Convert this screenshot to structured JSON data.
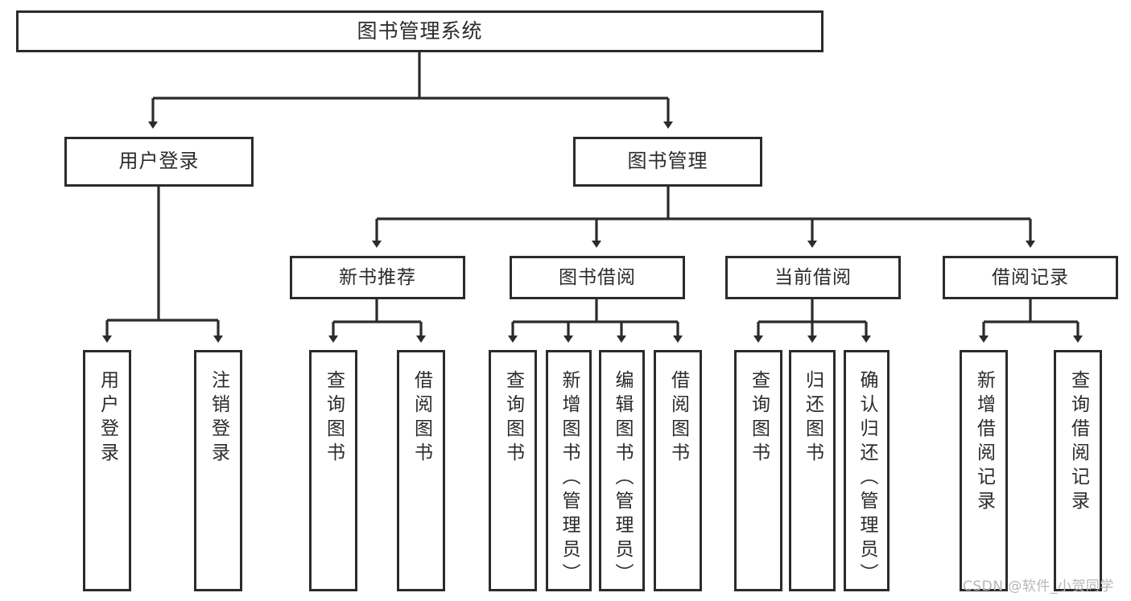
{
  "diagram": {
    "title": "图书管理系统",
    "type": "tree-hierarchy-chart",
    "colors": {
      "stroke": "#2b2b2b",
      "fill": "#ffffff",
      "text": "#2b2b2b",
      "watermark": "#b6b6b6"
    },
    "root": {
      "label": "图书管理系统"
    },
    "level2": [
      {
        "label": "用户登录"
      },
      {
        "label": "图书管理"
      }
    ],
    "level3": [
      {
        "label": "新书推荐"
      },
      {
        "label": "图书借阅"
      },
      {
        "label": "当前借阅"
      },
      {
        "label": "借阅记录"
      }
    ],
    "leaves": [
      {
        "label": "用户登录"
      },
      {
        "label": "注销登录"
      },
      {
        "label": "查询图书"
      },
      {
        "label": "借阅图书"
      },
      {
        "label": "查询图书"
      },
      {
        "label": "新增图书（管理员）"
      },
      {
        "label": "编辑图书（管理员）"
      },
      {
        "label": "借阅图书"
      },
      {
        "label": "查询图书"
      },
      {
        "label": "归还图书"
      },
      {
        "label": "确认归还（管理员）"
      },
      {
        "label": "新增借阅记录"
      },
      {
        "label": "查询借阅记录"
      }
    ]
  },
  "watermark": {
    "text": "CSDN @软件_小贺同学"
  }
}
